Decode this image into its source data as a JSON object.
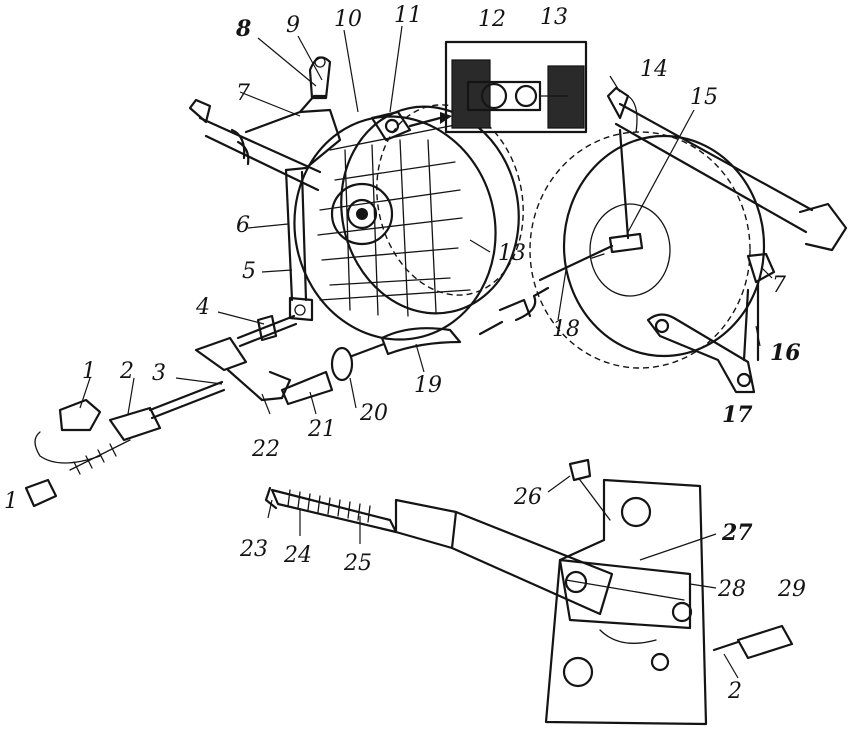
{
  "labels": {
    "l1": "1",
    "l2": "2",
    "l3": "3",
    "l4": "4",
    "l5": "5",
    "l6": "6",
    "l7": "7",
    "l8": "8",
    "l9": "9",
    "l10": "10",
    "l11": "11",
    "l12": "12",
    "l13": "13",
    "l14": "14",
    "l15": "15",
    "l16": "16",
    "l17": "17",
    "l18": "18",
    "l19": "19",
    "l20": "20",
    "l21": "21",
    "l22": "22",
    "l23": "23",
    "l24": "24",
    "l25": "25",
    "l26": "26",
    "l27": "27",
    "l28": "28",
    "l29": "29"
  }
}
